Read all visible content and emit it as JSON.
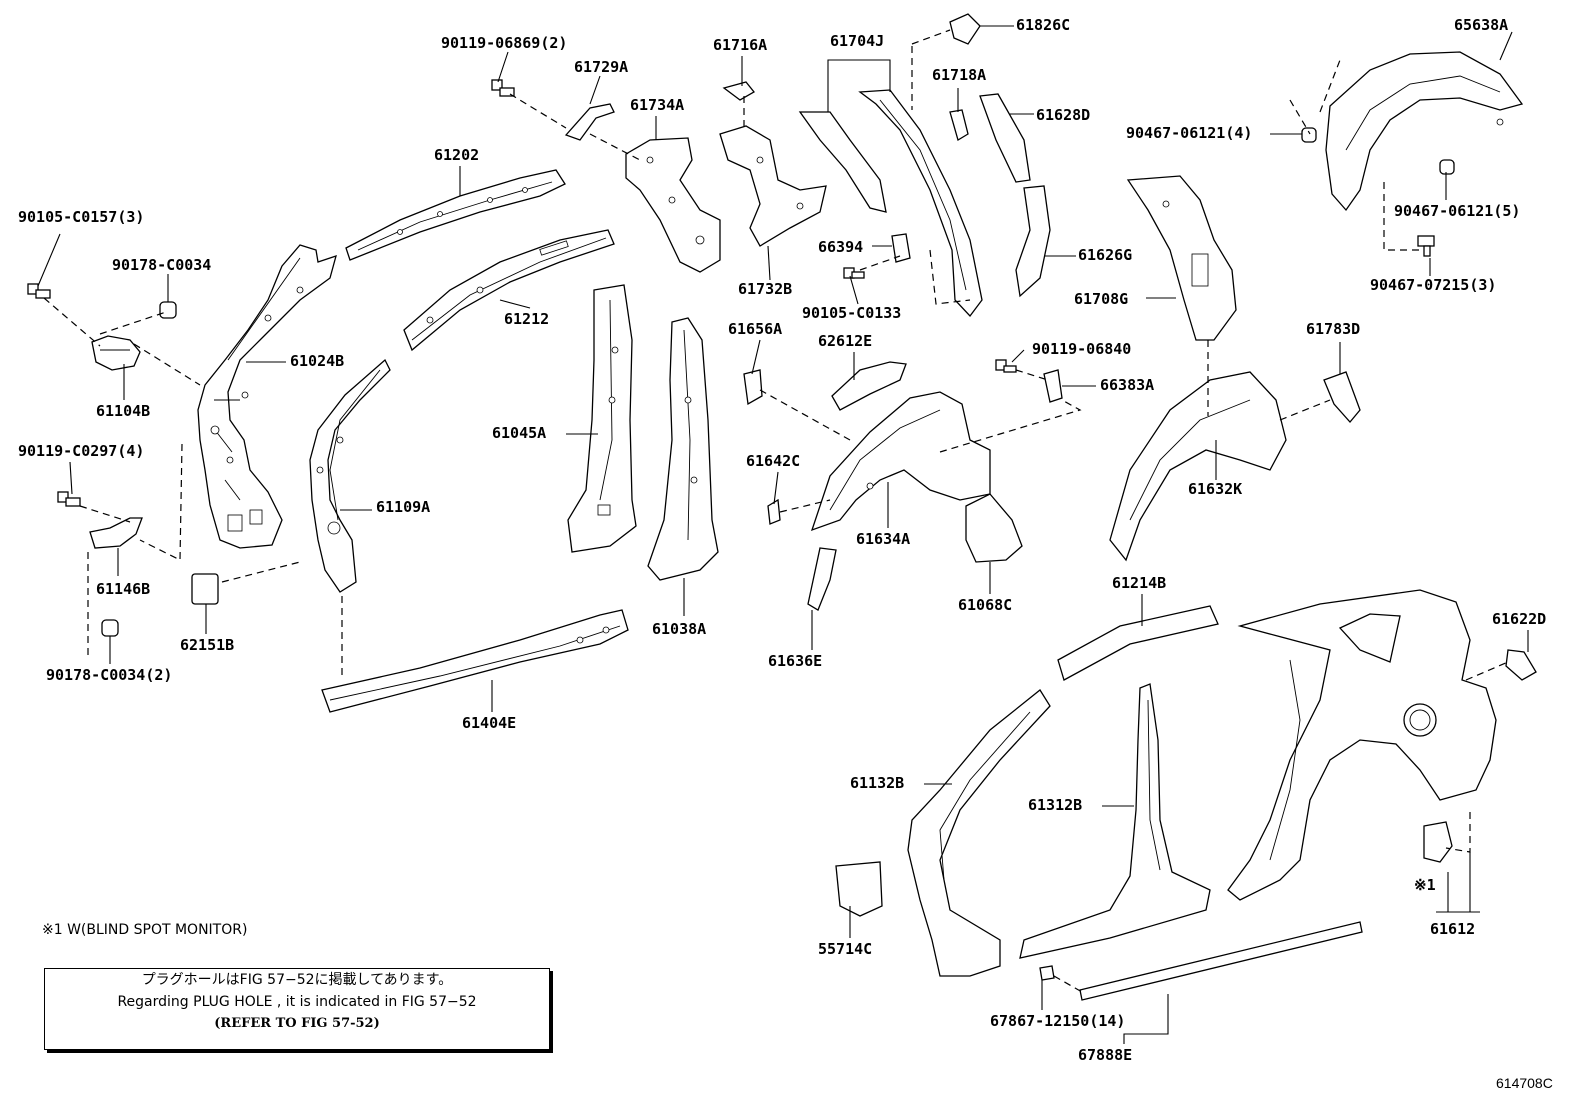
{
  "labels": {
    "p90119_06869": "90119-06869(2)",
    "p61729a": "61729A",
    "p61716a": "61716A",
    "p61704j": "61704J",
    "p61826c": "61826C",
    "p65638a": "65638A",
    "p61734a": "61734A",
    "p61718a": "61718A",
    "p61628d": "61628D",
    "p90467_06121_4": "90467-06121(4)",
    "p61202": "61202",
    "p90105_c0157": "90105-C0157(3)",
    "p90178_c0034": "90178-C0034",
    "p90467_06121_5": "90467-06121(5)",
    "p66394": "66394",
    "p61626g": "61626G",
    "p61212": "61212",
    "p61732b": "61732B",
    "p90467_07215": "90467-07215(3)",
    "p90105_c0133": "90105-C0133",
    "p61708g": "61708G",
    "p61656a": "61656A",
    "p62612e": "62612E",
    "p61783d": "61783D",
    "p61024b": "61024B",
    "p90119_06840": "90119-06840",
    "p66383a": "66383A",
    "p61104b": "61104B",
    "p61045a": "61045A",
    "p90119_c0297": "90119-C0297(4)",
    "p61642c": "61642C",
    "p61632k": "61632K",
    "p61109a": "61109A",
    "p61634a": "61634A",
    "p61146b": "61146B",
    "p61068c": "61068C",
    "p61214b": "61214B",
    "p61622d": "61622D",
    "p62151b": "62151B",
    "p61038a": "61038A",
    "p61636e": "61636E",
    "p90178_c0034_2": "90178-C0034(2)",
    "p61404e": "61404E",
    "p61132b": "61132B",
    "p61312b": "61312B",
    "p55714c": "55714C",
    "p61612": "61612",
    "p67867": "67867-12150(14)",
    "p67888e": "67888E"
  },
  "markers": {
    "note1_mark": "※1"
  },
  "footnote": "※1 W(BLIND SPOT MONITOR)",
  "plug_box": {
    "line_jp": "プラグホールはFIG 57−52に掲載してあります。",
    "line_en": "Regarding  PLUG  HOLE , it is indicated in FIG  57−52",
    "line_ref": "(REFER TO FIG 57-52)"
  },
  "figure_id": "614708C"
}
